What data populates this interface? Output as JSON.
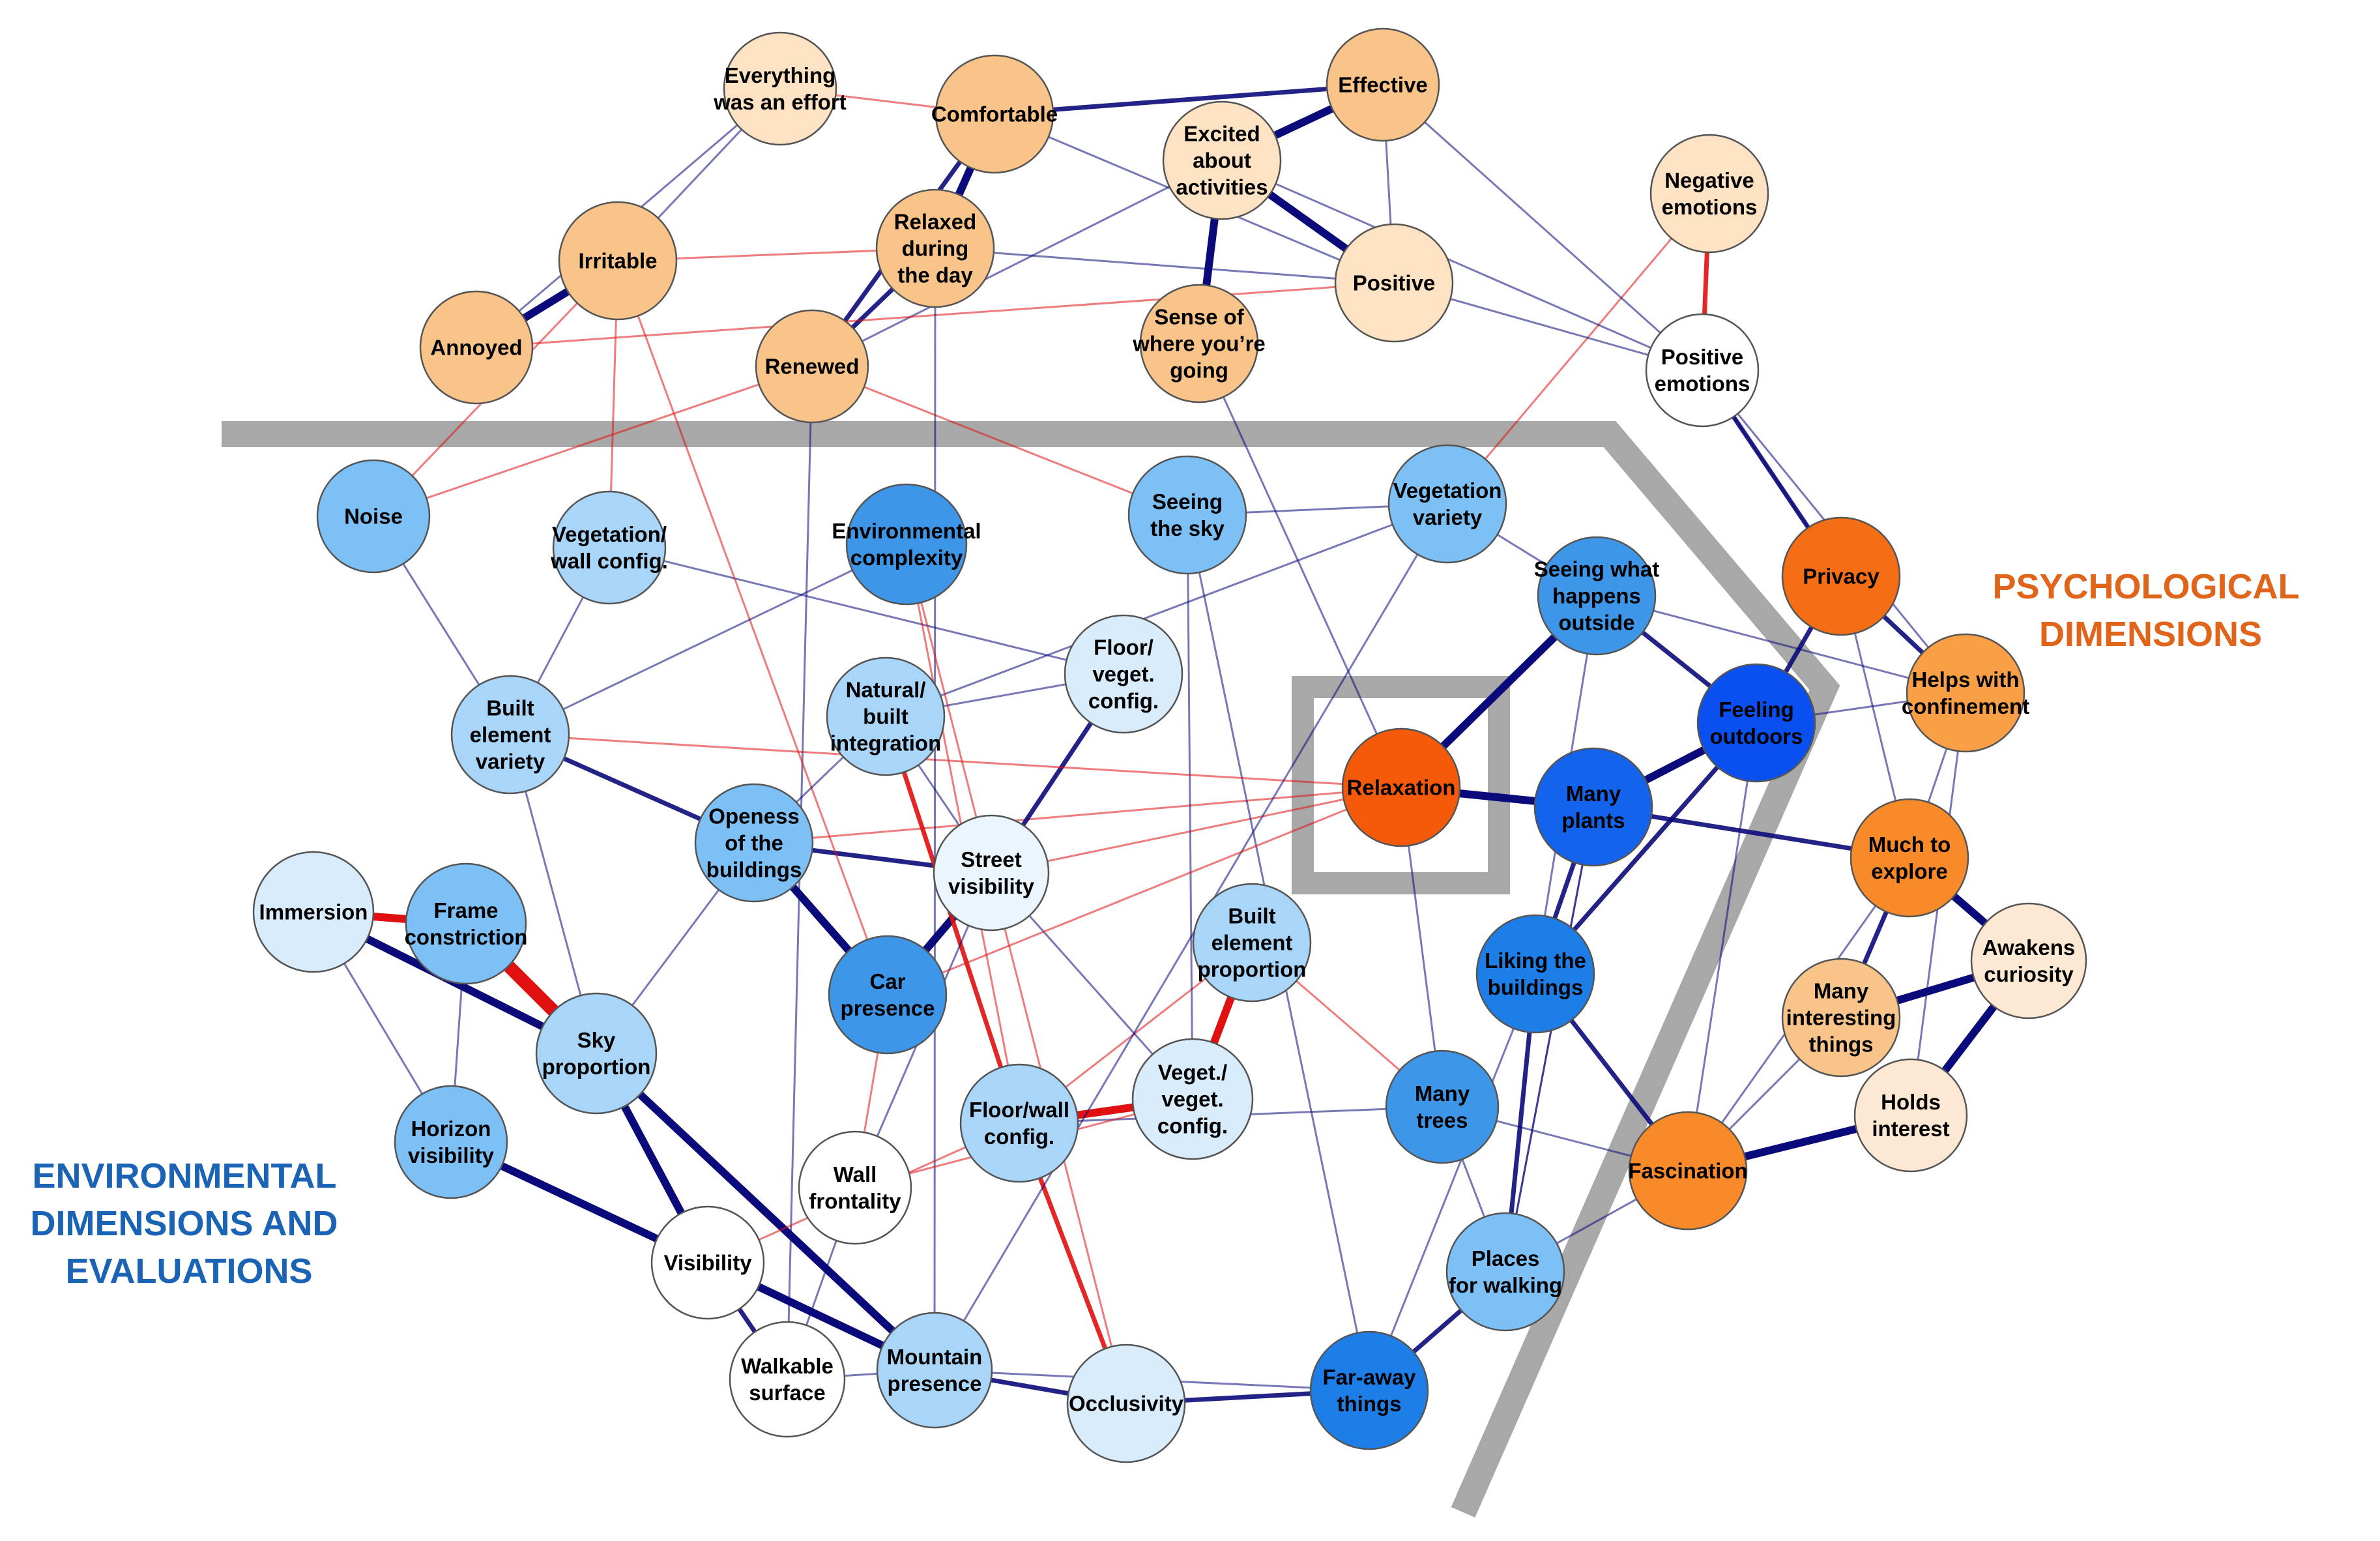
{
  "colors": {
    "positive_edge": "#0a0a7a",
    "negative_edge": "#e01010",
    "boundary": "#a8a8a8",
    "env_title": "#1a63b5",
    "psy_title": "#e0641a"
  },
  "titles": {
    "environmental": [
      "ENVIRONMENTAL",
      "DIMENSIONS AND",
      "EVALUATIONS"
    ],
    "psychological": [
      "PSYCHOLOGICAL",
      "DIMENSIONS"
    ]
  },
  "nodes": [
    {
      "id": "effort",
      "lines": [
        "Everything",
        "was an effort"
      ],
      "color": "#fde3c3"
    },
    {
      "id": "comfortable",
      "lines": [
        "Comfortable"
      ],
      "color": "#f9c489"
    },
    {
      "id": "effective",
      "lines": [
        "Effective"
      ],
      "color": "#f9c489"
    },
    {
      "id": "excited",
      "lines": [
        "Excited",
        "about",
        "activities"
      ],
      "color": "#fde3c3"
    },
    {
      "id": "negemo",
      "lines": [
        "Negative",
        "emotions"
      ],
      "color": "#fde3c3"
    },
    {
      "id": "irritable",
      "lines": [
        "Irritable"
      ],
      "color": "#f9c489"
    },
    {
      "id": "relaxedday",
      "lines": [
        "Relaxed",
        "during",
        "the day"
      ],
      "color": "#f9c489"
    },
    {
      "id": "positive",
      "lines": [
        "Positive"
      ],
      "color": "#fde3c3"
    },
    {
      "id": "annoyed",
      "lines": [
        "Annoyed"
      ],
      "color": "#f9c489"
    },
    {
      "id": "renewed",
      "lines": [
        "Renewed"
      ],
      "color": "#f9c489"
    },
    {
      "id": "senseofwhere",
      "lines": [
        "Sense of",
        "where you’re",
        "going"
      ],
      "color": "#f9c489"
    },
    {
      "id": "posemo",
      "lines": [
        "Positive",
        "emotions"
      ],
      "color": "#ffffff"
    },
    {
      "id": "noise",
      "lines": [
        "Noise"
      ],
      "color": "#7cc0f6"
    },
    {
      "id": "vegwall",
      "lines": [
        "Vegetation/",
        "wall config."
      ],
      "color": "#a9d5f8"
    },
    {
      "id": "envcomplex",
      "lines": [
        "Environmental",
        "complexity"
      ],
      "color": "#3d96e8"
    },
    {
      "id": "seeingsky",
      "lines": [
        "Seeing",
        "the sky"
      ],
      "color": "#7cc0f6"
    },
    {
      "id": "vegvariety",
      "lines": [
        "Vegetation",
        "variety"
      ],
      "color": "#7cc0f6"
    },
    {
      "id": "seeingout",
      "lines": [
        "Seeing what",
        "happens",
        "outside"
      ],
      "color": "#3d96e8"
    },
    {
      "id": "privacy",
      "lines": [
        "Privacy"
      ],
      "color": "#f56d14"
    },
    {
      "id": "helpsconf",
      "lines": [
        "Helps with",
        "confinement"
      ],
      "color": "#f9a046"
    },
    {
      "id": "floorveg",
      "lines": [
        "Floor/",
        "veget.",
        "config."
      ],
      "color": "#d9ecfb"
    },
    {
      "id": "builtvariety",
      "lines": [
        "Built",
        "element",
        "variety"
      ],
      "color": "#a9d5f8"
    },
    {
      "id": "natbuilt",
      "lines": [
        "Natural/",
        "built",
        "integration"
      ],
      "color": "#a9d5f8"
    },
    {
      "id": "feelingout",
      "lines": [
        "Feeling",
        "outdoors"
      ],
      "color": "#0a4ff0"
    },
    {
      "id": "relaxation",
      "lines": [
        "Relaxation"
      ],
      "color": "#f55a0a"
    },
    {
      "id": "manyplants",
      "lines": [
        "Many",
        "plants"
      ],
      "color": "#1363ec"
    },
    {
      "id": "openess",
      "lines": [
        "Openess",
        "of the",
        "buildings"
      ],
      "color": "#7cc0f6"
    },
    {
      "id": "streetvis",
      "lines": [
        "Street",
        "visibility"
      ],
      "color": "#eaf5fd"
    },
    {
      "id": "muchexplore",
      "lines": [
        "Much to",
        "explore"
      ],
      "color": "#f98a2a"
    },
    {
      "id": "immersion",
      "lines": [
        "Immersion"
      ],
      "color": "#d9ecfb"
    },
    {
      "id": "frameconst",
      "lines": [
        "Frame",
        "constriction"
      ],
      "color": "#7cc0f6"
    },
    {
      "id": "builtprop",
      "lines": [
        "Built",
        "element",
        "proportion"
      ],
      "color": "#a9d5f8"
    },
    {
      "id": "carpresence",
      "lines": [
        "Car",
        "presence"
      ],
      "color": "#3d96e8"
    },
    {
      "id": "likingbuild",
      "lines": [
        "Liking the",
        "buildings"
      ],
      "color": "#1e7ee8"
    },
    {
      "id": "awakens",
      "lines": [
        "Awakens",
        "curiosity"
      ],
      "color": "#fde9d3"
    },
    {
      "id": "skyprop",
      "lines": [
        "Sky",
        "proportion"
      ],
      "color": "#a9d5f8"
    },
    {
      "id": "manyinteresting",
      "lines": [
        "Many",
        "interesting",
        "things"
      ],
      "color": "#f9c489"
    },
    {
      "id": "floorwall",
      "lines": [
        "Floor/wall",
        "config."
      ],
      "color": "#a9d5f8"
    },
    {
      "id": "vegvegconf",
      "lines": [
        "Veget./",
        "veget.",
        "config."
      ],
      "color": "#d9ecfb"
    },
    {
      "id": "manytrees",
      "lines": [
        "Many",
        "trees"
      ],
      "color": "#3d96e8"
    },
    {
      "id": "holds",
      "lines": [
        "Holds",
        "interest"
      ],
      "color": "#fde9d3"
    },
    {
      "id": "horizvis",
      "lines": [
        "Horizon",
        "visibility"
      ],
      "color": "#7cc0f6"
    },
    {
      "id": "wallfront",
      "lines": [
        "Wall",
        "frontality"
      ],
      "color": "#ffffff"
    },
    {
      "id": "fascination",
      "lines": [
        "Fascination"
      ],
      "color": "#f98a2a"
    },
    {
      "id": "visibility",
      "lines": [
        "Visibility"
      ],
      "color": "#ffffff"
    },
    {
      "id": "places",
      "lines": [
        "Places",
        "for walking"
      ],
      "color": "#7cc0f6"
    },
    {
      "id": "walkable",
      "lines": [
        "Walkable",
        "surface"
      ],
      "color": "#ffffff"
    },
    {
      "id": "mountain",
      "lines": [
        "Mountain",
        "presence"
      ],
      "color": "#a9d5f8"
    },
    {
      "id": "occlusivity",
      "lines": [
        "Occlusivity"
      ],
      "color": "#d9ecfb"
    },
    {
      "id": "faraway",
      "lines": [
        "Far-away",
        "things"
      ],
      "color": "#1e7ee8"
    }
  ],
  "edges": [
    [
      "annoyed",
      "irritable",
      "pos",
      3
    ],
    [
      "comfortable",
      "effective",
      "pos",
      2
    ],
    [
      "excited",
      "effective",
      "pos",
      3
    ],
    [
      "comfortable",
      "relaxedday",
      "pos",
      3
    ],
    [
      "excited",
      "positive",
      "pos",
      3
    ],
    [
      "excited",
      "senseofwhere",
      "pos",
      3
    ],
    [
      "negemo",
      "posemo",
      "neg",
      2
    ],
    [
      "posemo",
      "privacy",
      "pos",
      2
    ],
    [
      "privacy",
      "helpsconf",
      "pos",
      2
    ],
    [
      "relaxedday",
      "renewed",
      "pos",
      2
    ],
    [
      "irritable",
      "relaxedday",
      "neg",
      1
    ],
    [
      "comfortable",
      "renewed",
      "pos",
      2
    ],
    [
      "effort",
      "comfortable",
      "neg",
      1
    ],
    [
      "relaxation",
      "manyplants",
      "pos",
      3
    ],
    [
      "relaxation",
      "seeingout",
      "pos",
      3
    ],
    [
      "relaxation",
      "openess",
      "neg",
      1
    ],
    [
      "relaxation",
      "streetvis",
      "neg",
      1
    ],
    [
      "seeingout",
      "feelingout",
      "pos",
      2
    ],
    [
      "feelingout",
      "manyplants",
      "pos",
      3
    ],
    [
      "feelingout",
      "likingbuild",
      "pos",
      2
    ],
    [
      "manyplants",
      "likingbuild",
      "pos",
      2
    ],
    [
      "manyplants",
      "muchexplore",
      "pos",
      2
    ],
    [
      "feelingout",
      "helpsconf",
      "pos",
      1
    ],
    [
      "privacy",
      "feelingout",
      "pos",
      2
    ],
    [
      "helpsconf",
      "muchexplore",
      "pos",
      1
    ],
    [
      "muchexplore",
      "awakens",
      "pos",
      3
    ],
    [
      "muchexplore",
      "manyinteresting",
      "pos",
      2
    ],
    [
      "manyinteresting",
      "awakens",
      "pos",
      3
    ],
    [
      "awakens",
      "holds",
      "pos",
      3
    ],
    [
      "fascination",
      "holds",
      "pos",
      3
    ],
    [
      "likingbuild",
      "fascination",
      "pos",
      2
    ],
    [
      "immersion",
      "frameconst",
      "neg",
      3
    ],
    [
      "frameconst",
      "skyprop",
      "neg",
      4
    ],
    [
      "immersion",
      "skyprop",
      "pos",
      3
    ],
    [
      "skyprop",
      "visibility",
      "pos",
      3
    ],
    [
      "horizvis",
      "visibility",
      "pos",
      3
    ],
    [
      "skyprop",
      "mountain",
      "pos",
      3
    ],
    [
      "visibility",
      "mountain",
      "pos",
      3
    ],
    [
      "visibility",
      "walkable",
      "pos",
      2
    ],
    [
      "carpresence",
      "streetvis",
      "pos",
      3
    ],
    [
      "openess",
      "carpresence",
      "pos",
      3
    ],
    [
      "openess",
      "streetvis",
      "pos",
      2
    ],
    [
      "builtvariety",
      "openess",
      "pos",
      2
    ],
    [
      "floorwall",
      "vegvegconf",
      "neg",
      3
    ],
    [
      "vegvegconf",
      "builtprop",
      "neg",
      3
    ],
    [
      "natbuilt",
      "floorwall",
      "neg",
      2
    ],
    [
      "floorwall",
      "occlusivity",
      "neg",
      2
    ],
    [
      "floorveg",
      "streetvis",
      "pos",
      2
    ],
    [
      "floorveg",
      "natbuilt",
      "pos",
      1
    ],
    [
      "mountain",
      "occlusivity",
      "pos",
      2
    ],
    [
      "occlusivity",
      "faraway",
      "pos",
      2
    ],
    [
      "faraway",
      "places",
      "pos",
      2
    ],
    [
      "places",
      "likingbuild",
      "pos",
      2
    ],
    [
      "manytrees",
      "builtprop",
      "neg",
      1
    ],
    [
      "vegvariety",
      "seeingout",
      "pos",
      1
    ],
    [
      "vegvariety",
      "natbuilt",
      "pos",
      1
    ],
    [
      "vegwall",
      "floorveg",
      "pos",
      1
    ],
    [
      "noise",
      "renewed",
      "neg",
      1
    ],
    [
      "negemo",
      "vegvariety",
      "neg",
      1
    ],
    [
      "posemo",
      "positive",
      "pos",
      1
    ],
    [
      "effective",
      "posemo",
      "pos",
      1
    ],
    [
      "builtprop",
      "floorwall",
      "neg",
      1
    ],
    [
      "carpresence",
      "wallfront",
      "neg",
      1
    ],
    [
      "manytrees",
      "fascination",
      "pos",
      1
    ],
    [
      "places",
      "fascination",
      "pos",
      1
    ],
    [
      "seeingsky",
      "faraway",
      "pos",
      1
    ],
    [
      "renewed",
      "excited",
      "pos",
      1
    ],
    [
      "relaxedday",
      "positive",
      "pos",
      1
    ],
    [
      "renewed",
      "walkable",
      "pos",
      1
    ],
    [
      "annoyed",
      "positive",
      "neg",
      1
    ],
    [
      "noise",
      "builtvariety",
      "pos",
      1
    ],
    [
      "builtvariety",
      "skyprop",
      "pos",
      1
    ],
    [
      "envcomplex",
      "floorwall",
      "neg",
      1
    ],
    [
      "seeingsky",
      "vegvegconf",
      "pos",
      1
    ],
    [
      "relaxation",
      "builtvariety",
      "neg",
      1
    ],
    [
      "manyplants",
      "places",
      "pos",
      1
    ],
    [
      "likingbuild",
      "faraway",
      "pos",
      1
    ],
    [
      "privacy",
      "posemo",
      "pos",
      1
    ],
    [
      "helpsconf",
      "holds",
      "pos",
      1
    ],
    [
      "muchexplore",
      "fascination",
      "pos",
      1
    ],
    [
      "manyinteresting",
      "fascination",
      "pos",
      1
    ],
    [
      "vegvariety",
      "mountain",
      "pos",
      1
    ],
    [
      "frameconst",
      "horizvis",
      "pos",
      1
    ],
    [
      "wallfront",
      "walkable",
      "pos",
      1
    ],
    [
      "streetvis",
      "wallfront",
      "pos",
      1
    ],
    [
      "seeingout",
      "helpsconf",
      "pos",
      1
    ],
    [
      "manyplants",
      "places",
      "pos",
      1
    ],
    [
      "irritable",
      "vegwall",
      "neg",
      1
    ],
    [
      "effort",
      "irritable",
      "pos",
      1
    ],
    [
      "comfortable",
      "positive",
      "pos",
      1
    ],
    [
      "effective",
      "positive",
      "pos",
      1
    ],
    [
      "excited",
      "posemo",
      "pos",
      1
    ],
    [
      "senseofwhere",
      "relaxation",
      "pos",
      1
    ],
    [
      "irritable",
      "carpresence",
      "neg",
      1
    ],
    [
      "relaxedday",
      "mountain",
      "pos",
      1
    ],
    [
      "renewed",
      "seeingsky",
      "neg",
      1
    ],
    [
      "noise",
      "irritable",
      "neg",
      1
    ],
    [
      "builtvariety",
      "vegwall",
      "pos",
      1
    ],
    [
      "natbuilt",
      "openess",
      "pos",
      1
    ],
    [
      "natbuilt",
      "streetvis",
      "pos",
      1
    ],
    [
      "streetvis",
      "vegvegconf",
      "pos",
      1
    ],
    [
      "floorwall",
      "manytrees",
      "pos",
      1
    ],
    [
      "manytrees",
      "relaxation",
      "pos",
      1
    ],
    [
      "seeingout",
      "likingbuild",
      "pos",
      1
    ],
    [
      "vegvariety",
      "seeingsky",
      "pos",
      1
    ],
    [
      "envcomplex",
      "builtvariety",
      "pos",
      1
    ],
    [
      "walkable",
      "mountain",
      "pos",
      1
    ],
    [
      "mountain",
      "faraway",
      "pos",
      1
    ],
    [
      "horizvis",
      "immersion",
      "pos",
      1
    ],
    [
      "visibility",
      "floorwall",
      "neg",
      1
    ],
    [
      "wallfront",
      "vegvegconf",
      "neg",
      1
    ],
    [
      "skyprop",
      "openess",
      "pos",
      1
    ],
    [
      "places",
      "manytrees",
      "pos",
      1
    ],
    [
      "posemo",
      "helpsconf",
      "pos",
      1
    ],
    [
      "effort",
      "annoyed",
      "pos",
      1
    ],
    [
      "feelingout",
      "fascination",
      "pos",
      1
    ],
    [
      "privacy",
      "muchexplore",
      "pos",
      1
    ],
    [
      "relaxation",
      "carpresence",
      "neg",
      1
    ],
    [
      "envcomplex",
      "occlusivity",
      "neg",
      1
    ]
  ]
}
